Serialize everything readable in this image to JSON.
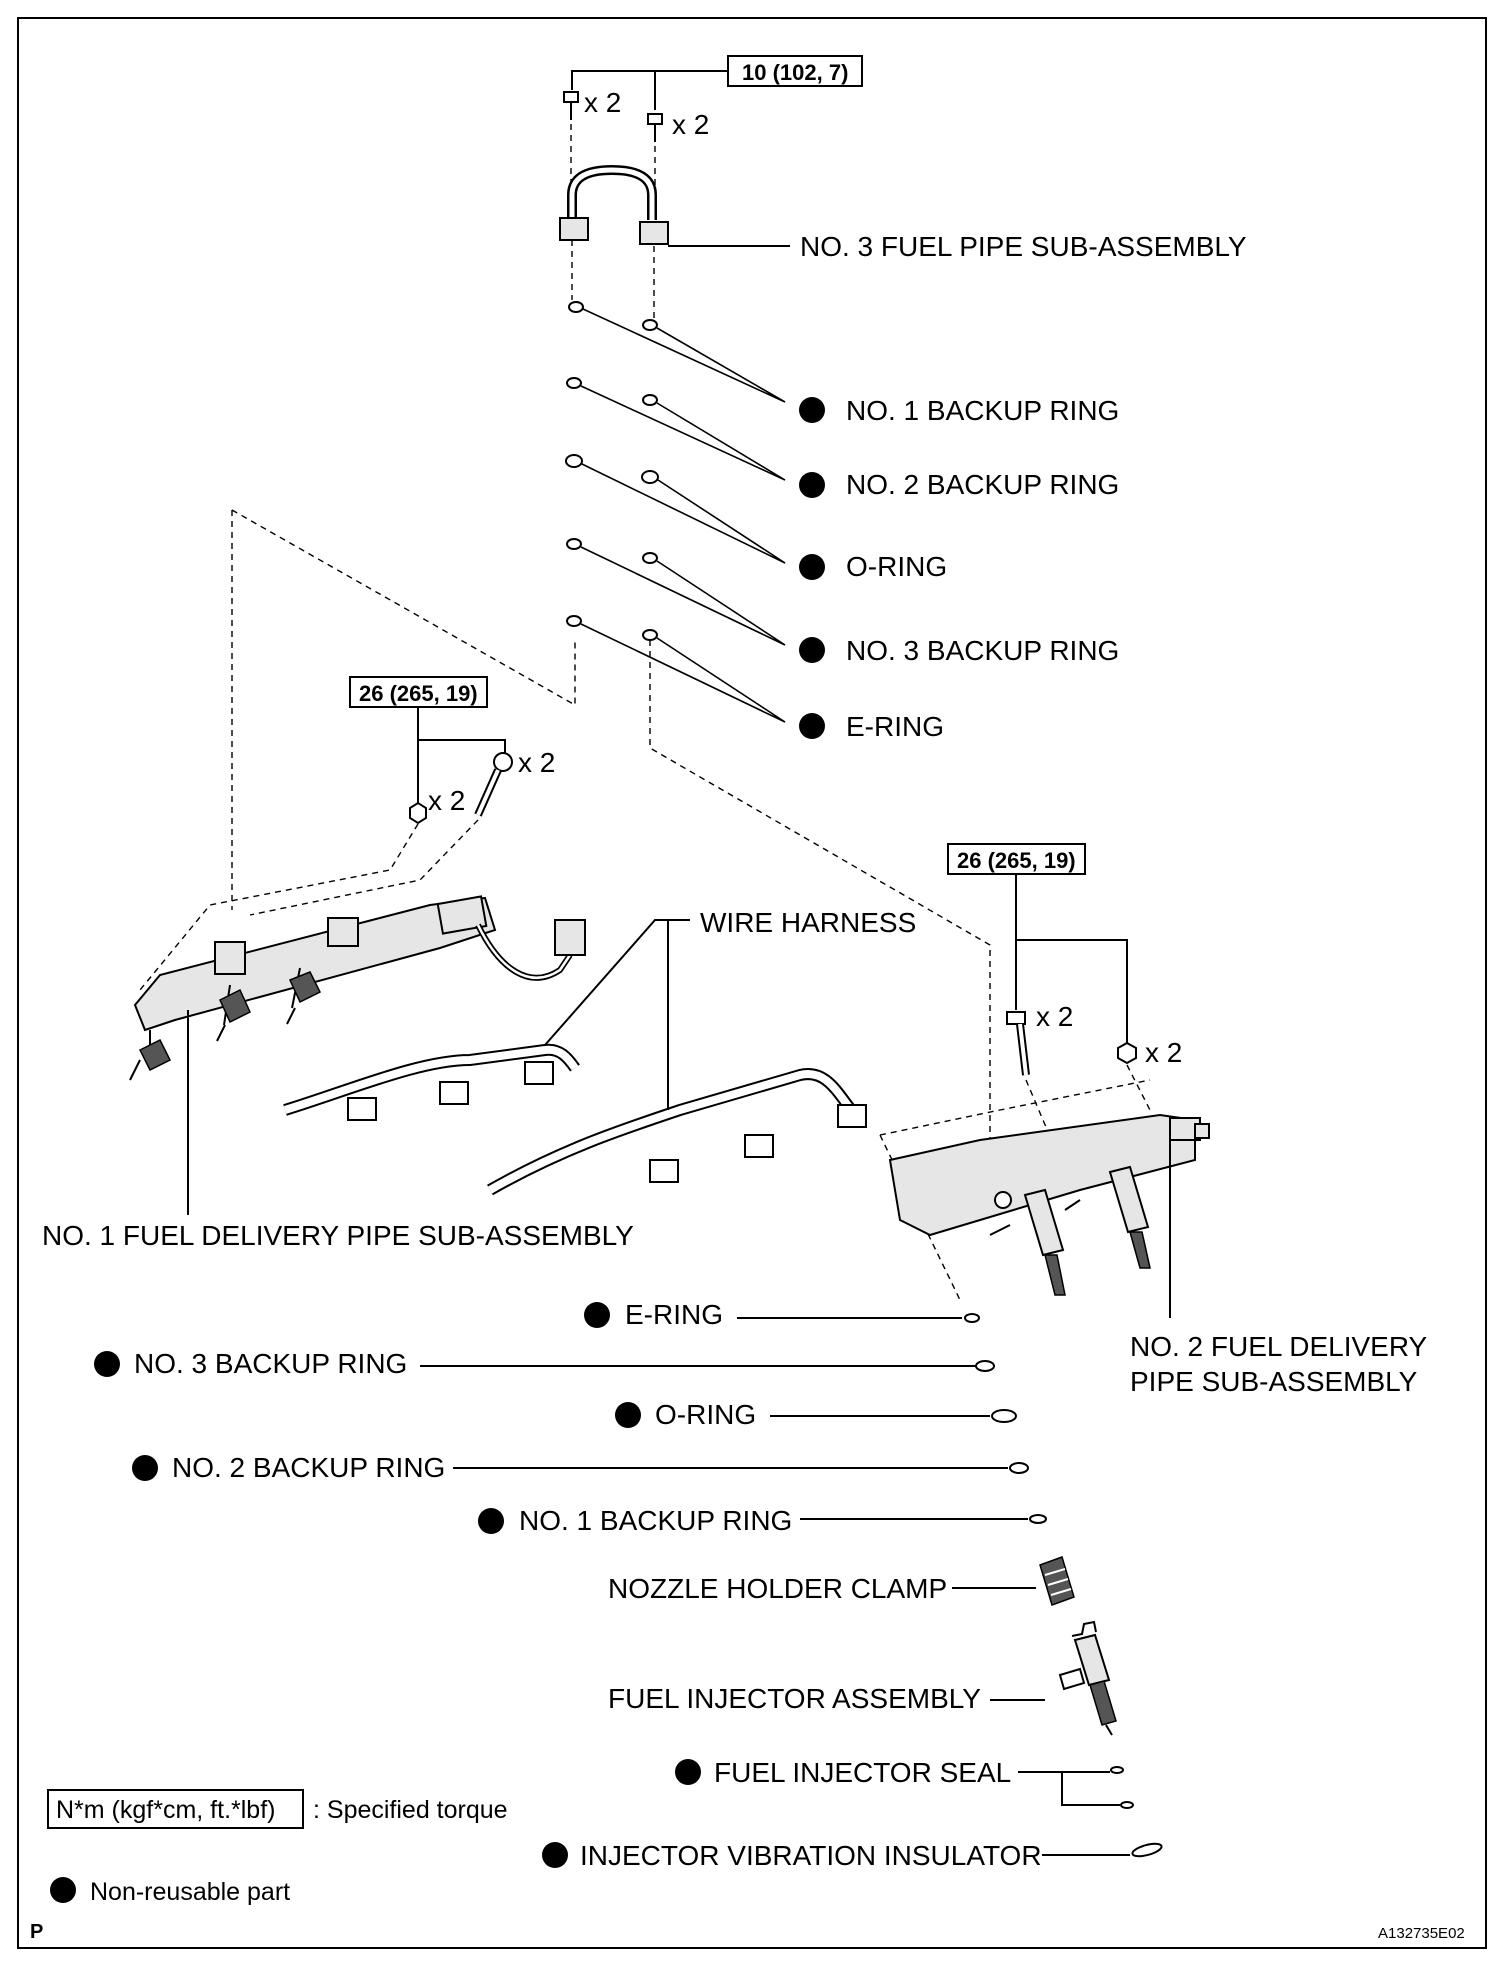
{
  "torque": {
    "pipe3": "10 (102, 7)",
    "pipe1": "26 (265, 19)",
    "pipe2": "26 (265, 19)"
  },
  "qty": {
    "a": "x 2",
    "b": "x 2",
    "c": "x 2",
    "d": "x 2",
    "e": "x 2",
    "f": "x 2"
  },
  "labels": {
    "no3_fuel_pipe": "NO. 3 FUEL PIPE SUB-ASSEMBLY",
    "top_no1_backup": "NO. 1 BACKUP RING",
    "top_no2_backup": "NO. 2 BACKUP RING",
    "top_oring": "O-RING",
    "top_no3_backup": "NO. 3 BACKUP RING",
    "top_ering": "E-RING",
    "wire_harness": "WIRE HARNESS",
    "no1_delivery": "NO. 1 FUEL DELIVERY PIPE SUB-ASSEMBLY",
    "no2_delivery_l1": "NO. 2 FUEL DELIVERY",
    "no2_delivery_l2": "PIPE SUB-ASSEMBLY",
    "bot_ering": "E-RING",
    "bot_no3_backup": "NO. 3 BACKUP RING",
    "bot_oring": "O-RING",
    "bot_no2_backup": "NO. 2 BACKUP RING",
    "bot_no1_backup": "NO. 1 BACKUP RING",
    "nozzle_clamp": "NOZZLE HOLDER CLAMP",
    "injector_assy": "FUEL INJECTOR ASSEMBLY",
    "injector_seal": "FUEL INJECTOR SEAL",
    "vibration_insulator": "INJECTOR VIBRATION INSULATOR"
  },
  "legend": {
    "torque_unit": "N*m (kgf*cm, ft.*lbf)",
    "torque_desc": ": Specified torque",
    "nonreusable": "Non-reusable part"
  },
  "footer": {
    "left": "P",
    "right": "A132735E02"
  }
}
